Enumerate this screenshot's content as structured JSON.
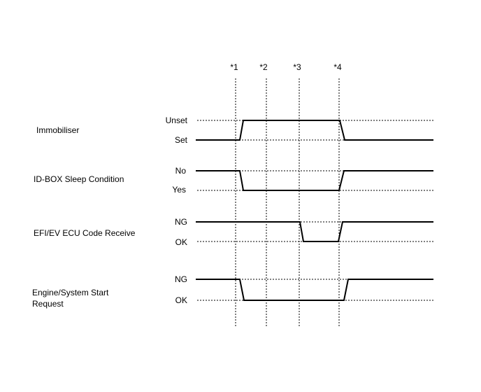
{
  "markers": [
    "*1",
    "*2",
    "*3",
    "*4"
  ],
  "signals": [
    {
      "name": "Immobiliser",
      "name_line2": "",
      "high_label": "Unset",
      "low_label": "Set",
      "states": [
        "low",
        "high",
        "high",
        "high",
        "low"
      ]
    },
    {
      "name": "ID-BOX Sleep Condition",
      "name_line2": "",
      "high_label": "No",
      "low_label": "Yes",
      "states": [
        "high",
        "low",
        "low",
        "low",
        "high"
      ]
    },
    {
      "name": "EFI/EV ECU Code Receive",
      "name_line2": "",
      "high_label": "NG",
      "low_label": "OK",
      "states": [
        "high",
        "high",
        "high",
        "low",
        "high"
      ]
    },
    {
      "name": "Engine/System Start",
      "name_line2": "Request",
      "high_label": "NG",
      "low_label": "OK",
      "states": [
        "high",
        "low",
        "low",
        "low",
        "high"
      ]
    }
  ],
  "colors": {
    "line": "#000000",
    "background": "#ffffff"
  }
}
